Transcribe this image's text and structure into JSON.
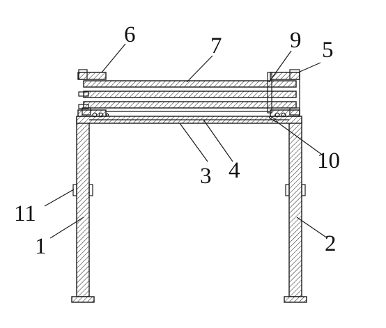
{
  "diagram": {
    "labels": [
      {
        "id": "1",
        "text": "1"
      },
      {
        "id": "2",
        "text": "2"
      },
      {
        "id": "3",
        "text": "3"
      },
      {
        "id": "4",
        "text": "4"
      },
      {
        "id": "5",
        "text": "5"
      },
      {
        "id": "6",
        "text": "6"
      },
      {
        "id": "7",
        "text": "7"
      },
      {
        "id": "9",
        "text": "9"
      },
      {
        "id": "10",
        "text": "10"
      },
      {
        "id": "11",
        "text": "11"
      }
    ],
    "colors": {
      "line": "#1a1a1a",
      "background": "#ffffff"
    }
  }
}
